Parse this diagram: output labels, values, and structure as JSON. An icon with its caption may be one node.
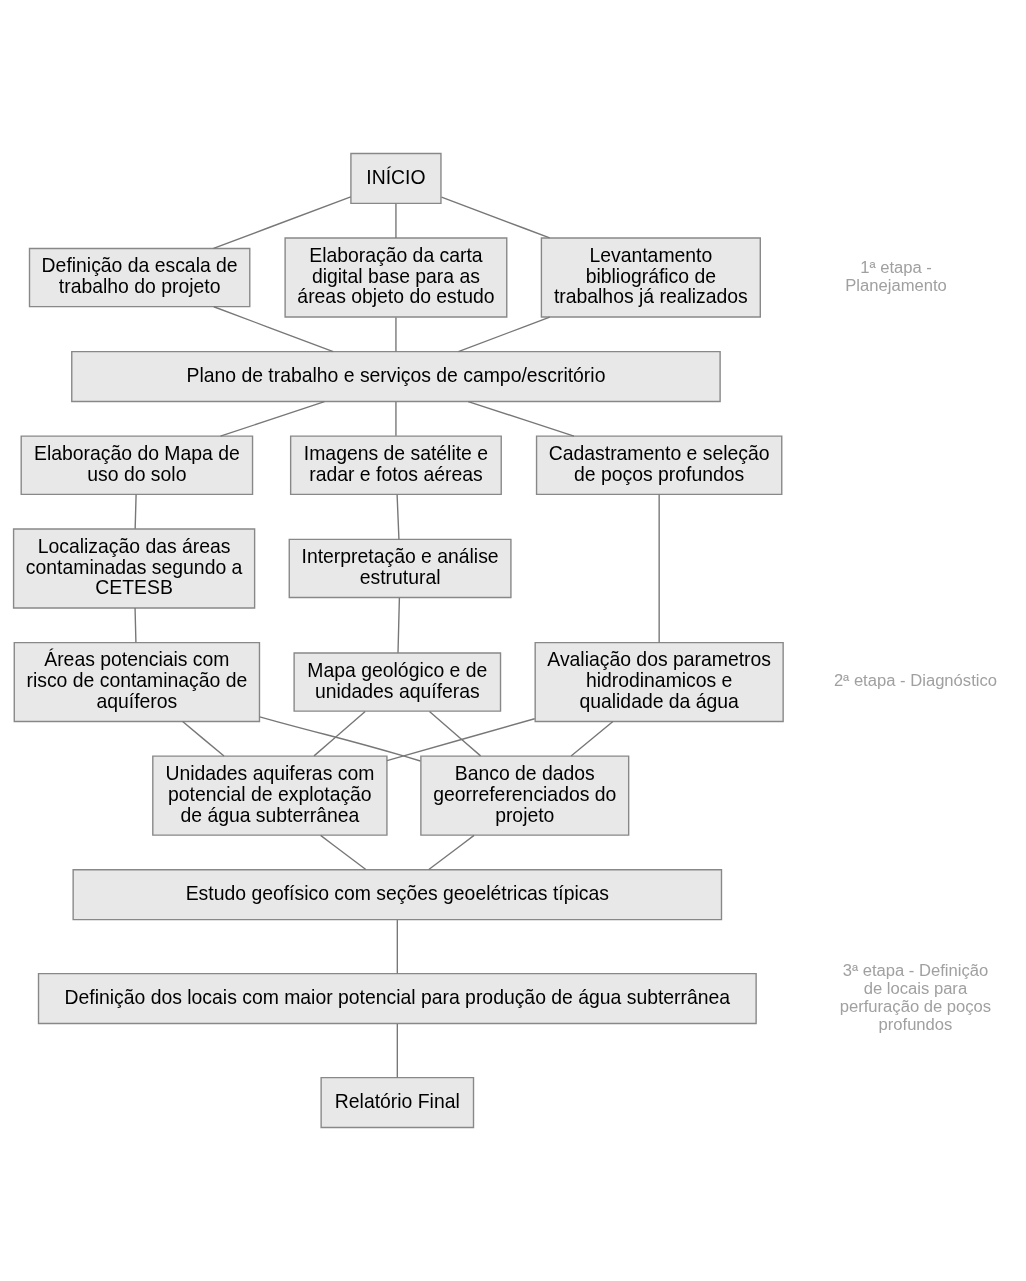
{
  "diagram": {
    "nodes": [
      {
        "text": [
          "INÍCIO"
        ]
      },
      {
        "text": [
          "Definição da escala de trabalho do projeto"
        ]
      },
      {
        "text": [
          "Elaboração da carta digital base para as áreas objeto do estudo"
        ]
      },
      {
        "text": [
          "Levantamento bibliográfico de trabalhos já realizados"
        ]
      },
      {
        "text": [
          "Plano de trabalho e serviços de campo/escritório"
        ]
      },
      {
        "text": [
          "Imagens de satélite e radar e fotos aéreas"
        ]
      },
      {
        "text": [
          "Cadastramento e seleção de poços profundos"
        ]
      },
      {
        "text": [
          "Elaboração do Mapa de uso do solo"
        ]
      },
      {
        "text": [
          "Interpretação e análise estrutural"
        ]
      },
      {
        "text": [
          "Avaliação dos parametros hidrodinamicos e qualidade da água"
        ]
      },
      {
        "text": [
          "Localização das áreas contaminadas segundo a CETESB"
        ]
      },
      {
        "text": [
          "Mapa geológico e de unidades aquíferas"
        ]
      },
      {
        "text": [
          "Áreas potenciais com risco de contaminação de aquíferos"
        ]
      },
      {
        "text": [
          "Unidades aquiferas com potencial de explotação de água subterrânea"
        ]
      },
      {
        "text": [
          "Banco de dados georreferenciados do projeto"
        ]
      },
      {
        "text": [
          "Estudo geofísico com seções geoelétricas típicas"
        ]
      },
      {
        "text": [
          "Definição dos locais com maior potencial para produção de água subterrânea"
        ]
      },
      {
        "text": [
          "Relatório Final"
        ]
      }
    ],
    "edges": [
      {
        "from": 0,
        "to": 1,
        "arrow": "none"
      },
      {
        "from": 0,
        "to": 2,
        "arrow": "none"
      },
      {
        "from": 0,
        "to": 3,
        "arrow": "none"
      },
      {
        "from": 1,
        "to": 4,
        "arrow": "none"
      },
      {
        "from": 2,
        "to": 4,
        "arrow": "none"
      },
      {
        "from": 3,
        "to": 4,
        "arrow": "none"
      },
      {
        "from": 4,
        "to": 5,
        "arrow": "none"
      },
      {
        "from": 4,
        "to": 6,
        "arrow": "none"
      },
      {
        "from": 4,
        "to": 7,
        "arrow": "none"
      },
      {
        "from": 5,
        "to": 8,
        "arrow": "none"
      },
      {
        "from": 8,
        "to": 11,
        "arrow": "none"
      },
      {
        "from": 6,
        "to": 9,
        "arrow": "none"
      },
      {
        "from": 7,
        "to": 10,
        "arrow": "none"
      },
      {
        "from": 10,
        "to": 12,
        "arrow": "none"
      },
      {
        "from": 11,
        "to": 13,
        "arrow": "none"
      },
      {
        "from": 11,
        "to": 14,
        "arrow": "none"
      },
      {
        "from": 9,
        "to": 13,
        "arrow": "none"
      },
      {
        "from": 9,
        "to": 14,
        "arrow": "none"
      },
      {
        "from": 12,
        "to": 13,
        "arrow": "none"
      },
      {
        "from": 12,
        "to": 14,
        "arrow": "none"
      },
      {
        "from": 13,
        "to": 15,
        "arrow": "none"
      },
      {
        "from": 14,
        "to": 15,
        "arrow": "none"
      },
      {
        "from": 15,
        "to": 16,
        "arrow": "none"
      },
      {
        "from": 16,
        "to": 17,
        "arrow": "none"
      }
    ],
    "labels": [
      "1ª etapa - Planejamento",
      "2ª etapa - Diagnóstico",
      "3ª etapa - Definição de locais para perfuração de poços profundos"
    ]
  }
}
